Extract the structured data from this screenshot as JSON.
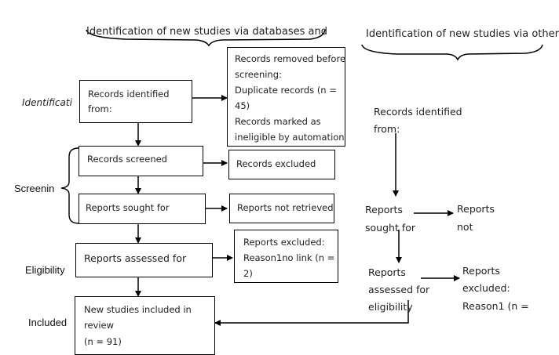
{
  "headers": {
    "databases": "Identification of new studies via databases and",
    "other": "Identification of new studies via other"
  },
  "stages": {
    "identification": "Identificati",
    "screening": "Screenin",
    "eligibility": "Eligibility",
    "included": "Included"
  },
  "left_boxes": {
    "identified": [
      "Records identified",
      "from:"
    ],
    "removed": [
      "Records removed before",
      "screening:",
      "Duplicate records (n =",
      "45)",
      "Records marked as",
      "ineligible by automation"
    ],
    "screened": "Records screened",
    "excluded": "Records excluded",
    "sought": "Reports sought for",
    "not_retrieved": "Reports not retrieved",
    "assessed": "Reports assessed for",
    "reports_excluded": [
      "Reports excluded:",
      "Reason1no link (n =",
      "2)"
    ],
    "included": [
      "New studies included in",
      "review",
      "(n = 91)"
    ]
  },
  "right_texts": {
    "identified": [
      "Records identified",
      "from:"
    ],
    "sought": [
      "Reports",
      "sought for"
    ],
    "not": [
      "Reports",
      "not"
    ],
    "assessed": [
      "Reports",
      "assessed for",
      "eligibility"
    ],
    "excluded": [
      "Reports",
      "excluded:",
      "Reason1 (n ="
    ]
  }
}
